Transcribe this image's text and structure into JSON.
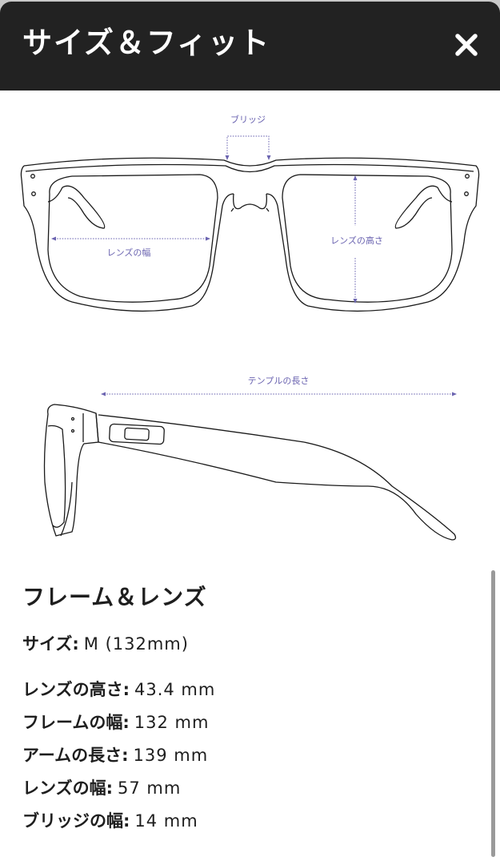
{
  "header": {
    "title": "サイズ＆フィット",
    "close_icon": "close-icon"
  },
  "diagram": {
    "front_view": {
      "bridge_label": "ブリッジ",
      "lens_width_label": "レンズの幅",
      "lens_height_label": "レンズの高さ"
    },
    "side_view": {
      "temple_length_label": "テンプルの長さ"
    },
    "annotation_color": "#6a63b0"
  },
  "specs": {
    "heading": "フレーム＆レンズ",
    "size": {
      "label": "サイズ:",
      "value": "M (132mm)"
    },
    "rows": [
      {
        "label": "レンズの高さ:",
        "value": "43.4 mm"
      },
      {
        "label": "フレームの幅:",
        "value": "132 mm"
      },
      {
        "label": "アームの長さ:",
        "value": "139 mm"
      },
      {
        "label": "レンズの幅:",
        "value": "57 mm"
      },
      {
        "label": "ブリッジの幅:",
        "value": "14 mm"
      }
    ]
  }
}
